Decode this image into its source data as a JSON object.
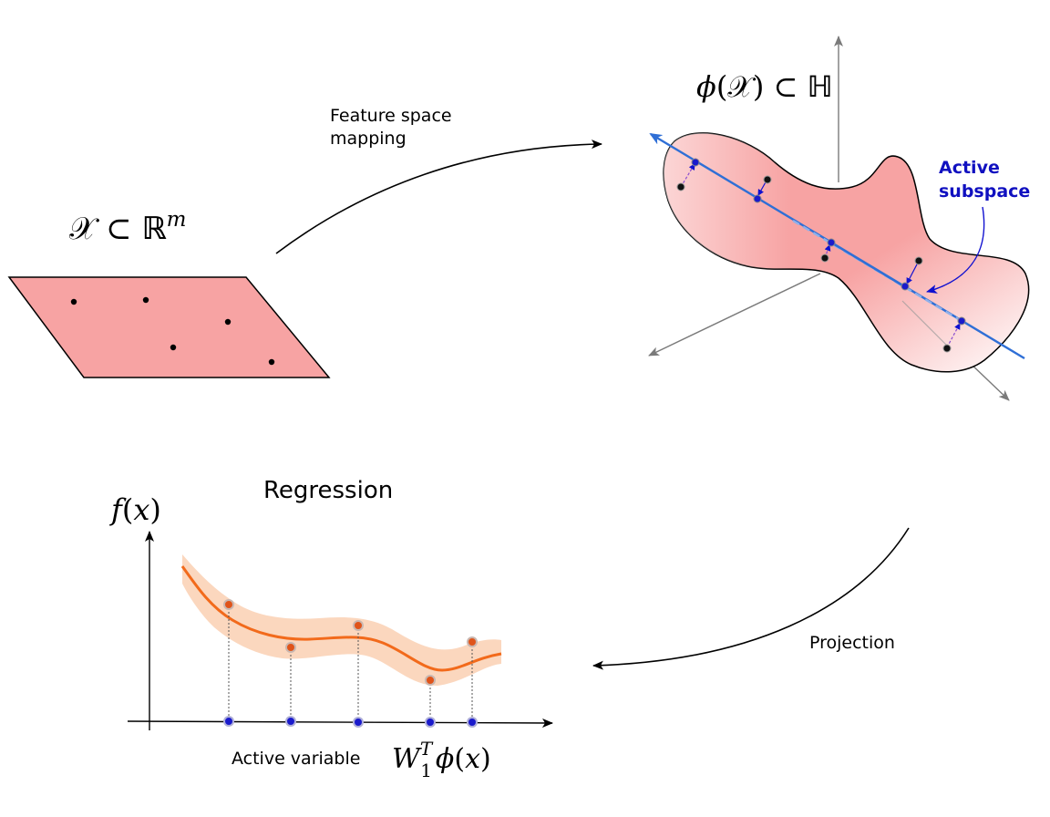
{
  "labels": {
    "input_space": {
      "X": "𝒳",
      "subset": " ⊂ ",
      "R": "ℝ",
      "m": "m"
    },
    "feature_space": {
      "phi": "ϕ",
      "open": "(",
      "X": "𝒳",
      "close": ")",
      "subset": " ⊂ ",
      "H": "ℍ"
    },
    "feature_mapping": {
      "line1": "Feature space",
      "line2": "mapping"
    },
    "active_subspace": {
      "line1": "Active",
      "line2": "subspace"
    },
    "regression": "Regression",
    "projection": "Projection",
    "f_axis": {
      "f": "f",
      "open": "(",
      "x": "x",
      "close": ")"
    },
    "active_variable": "Active variable",
    "w_formula": {
      "W": "W",
      "sup": "T",
      "sub": "1",
      "phi": "ϕ",
      "open": "(",
      "x": "x",
      "close": ")"
    }
  },
  "colors": {
    "region_fill": "#f7a3a3",
    "active_line": "#2f6fd6",
    "projection_arrow": "#1010d0",
    "active_label": "#1010c0",
    "curve": "#f26a1b",
    "band": "#f9c9a8",
    "point_blue": "#1a1acc",
    "point_orange": "#e0541a",
    "axis_gray": "#7a7a7a",
    "ink": "#000000"
  },
  "icons": {
    "arrow": "arrowhead-icon"
  }
}
